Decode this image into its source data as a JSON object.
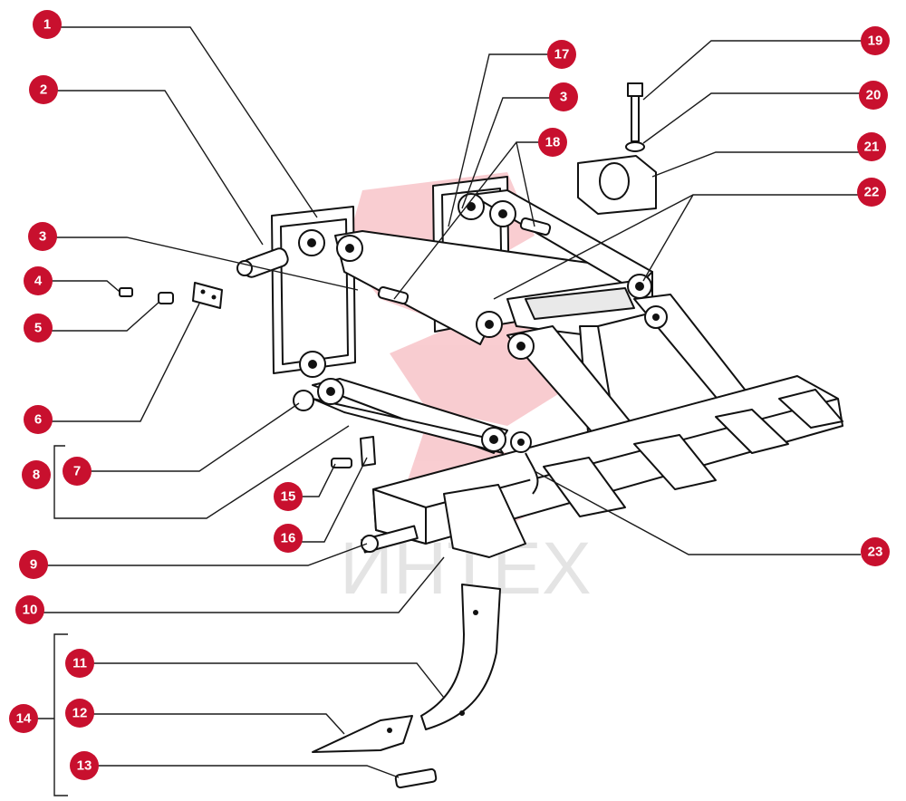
{
  "watermark": {
    "text": "ИНТЕХ",
    "logo_color": "#e21b2d"
  },
  "callout_style": {
    "fill": "#c8102e",
    "text_color": "#ffffff"
  },
  "callouts": [
    {
      "id": "c1",
      "label": "1"
    },
    {
      "id": "c2",
      "label": "2"
    },
    {
      "id": "c3a",
      "label": "3"
    },
    {
      "id": "c3b",
      "label": "3"
    },
    {
      "id": "c4",
      "label": "4"
    },
    {
      "id": "c5",
      "label": "5"
    },
    {
      "id": "c6",
      "label": "6"
    },
    {
      "id": "c7",
      "label": "7"
    },
    {
      "id": "c8",
      "label": "8"
    },
    {
      "id": "c9",
      "label": "9"
    },
    {
      "id": "c10",
      "label": "10"
    },
    {
      "id": "c11",
      "label": "11"
    },
    {
      "id": "c12",
      "label": "12"
    },
    {
      "id": "c13",
      "label": "13"
    },
    {
      "id": "c14",
      "label": "14"
    },
    {
      "id": "c15",
      "label": "15"
    },
    {
      "id": "c16",
      "label": "16"
    },
    {
      "id": "c17",
      "label": "17"
    },
    {
      "id": "c18",
      "label": "18"
    },
    {
      "id": "c19",
      "label": "19"
    },
    {
      "id": "c20",
      "label": "20"
    },
    {
      "id": "c21",
      "label": "21"
    },
    {
      "id": "c22",
      "label": "22"
    },
    {
      "id": "c23",
      "label": "23"
    }
  ]
}
